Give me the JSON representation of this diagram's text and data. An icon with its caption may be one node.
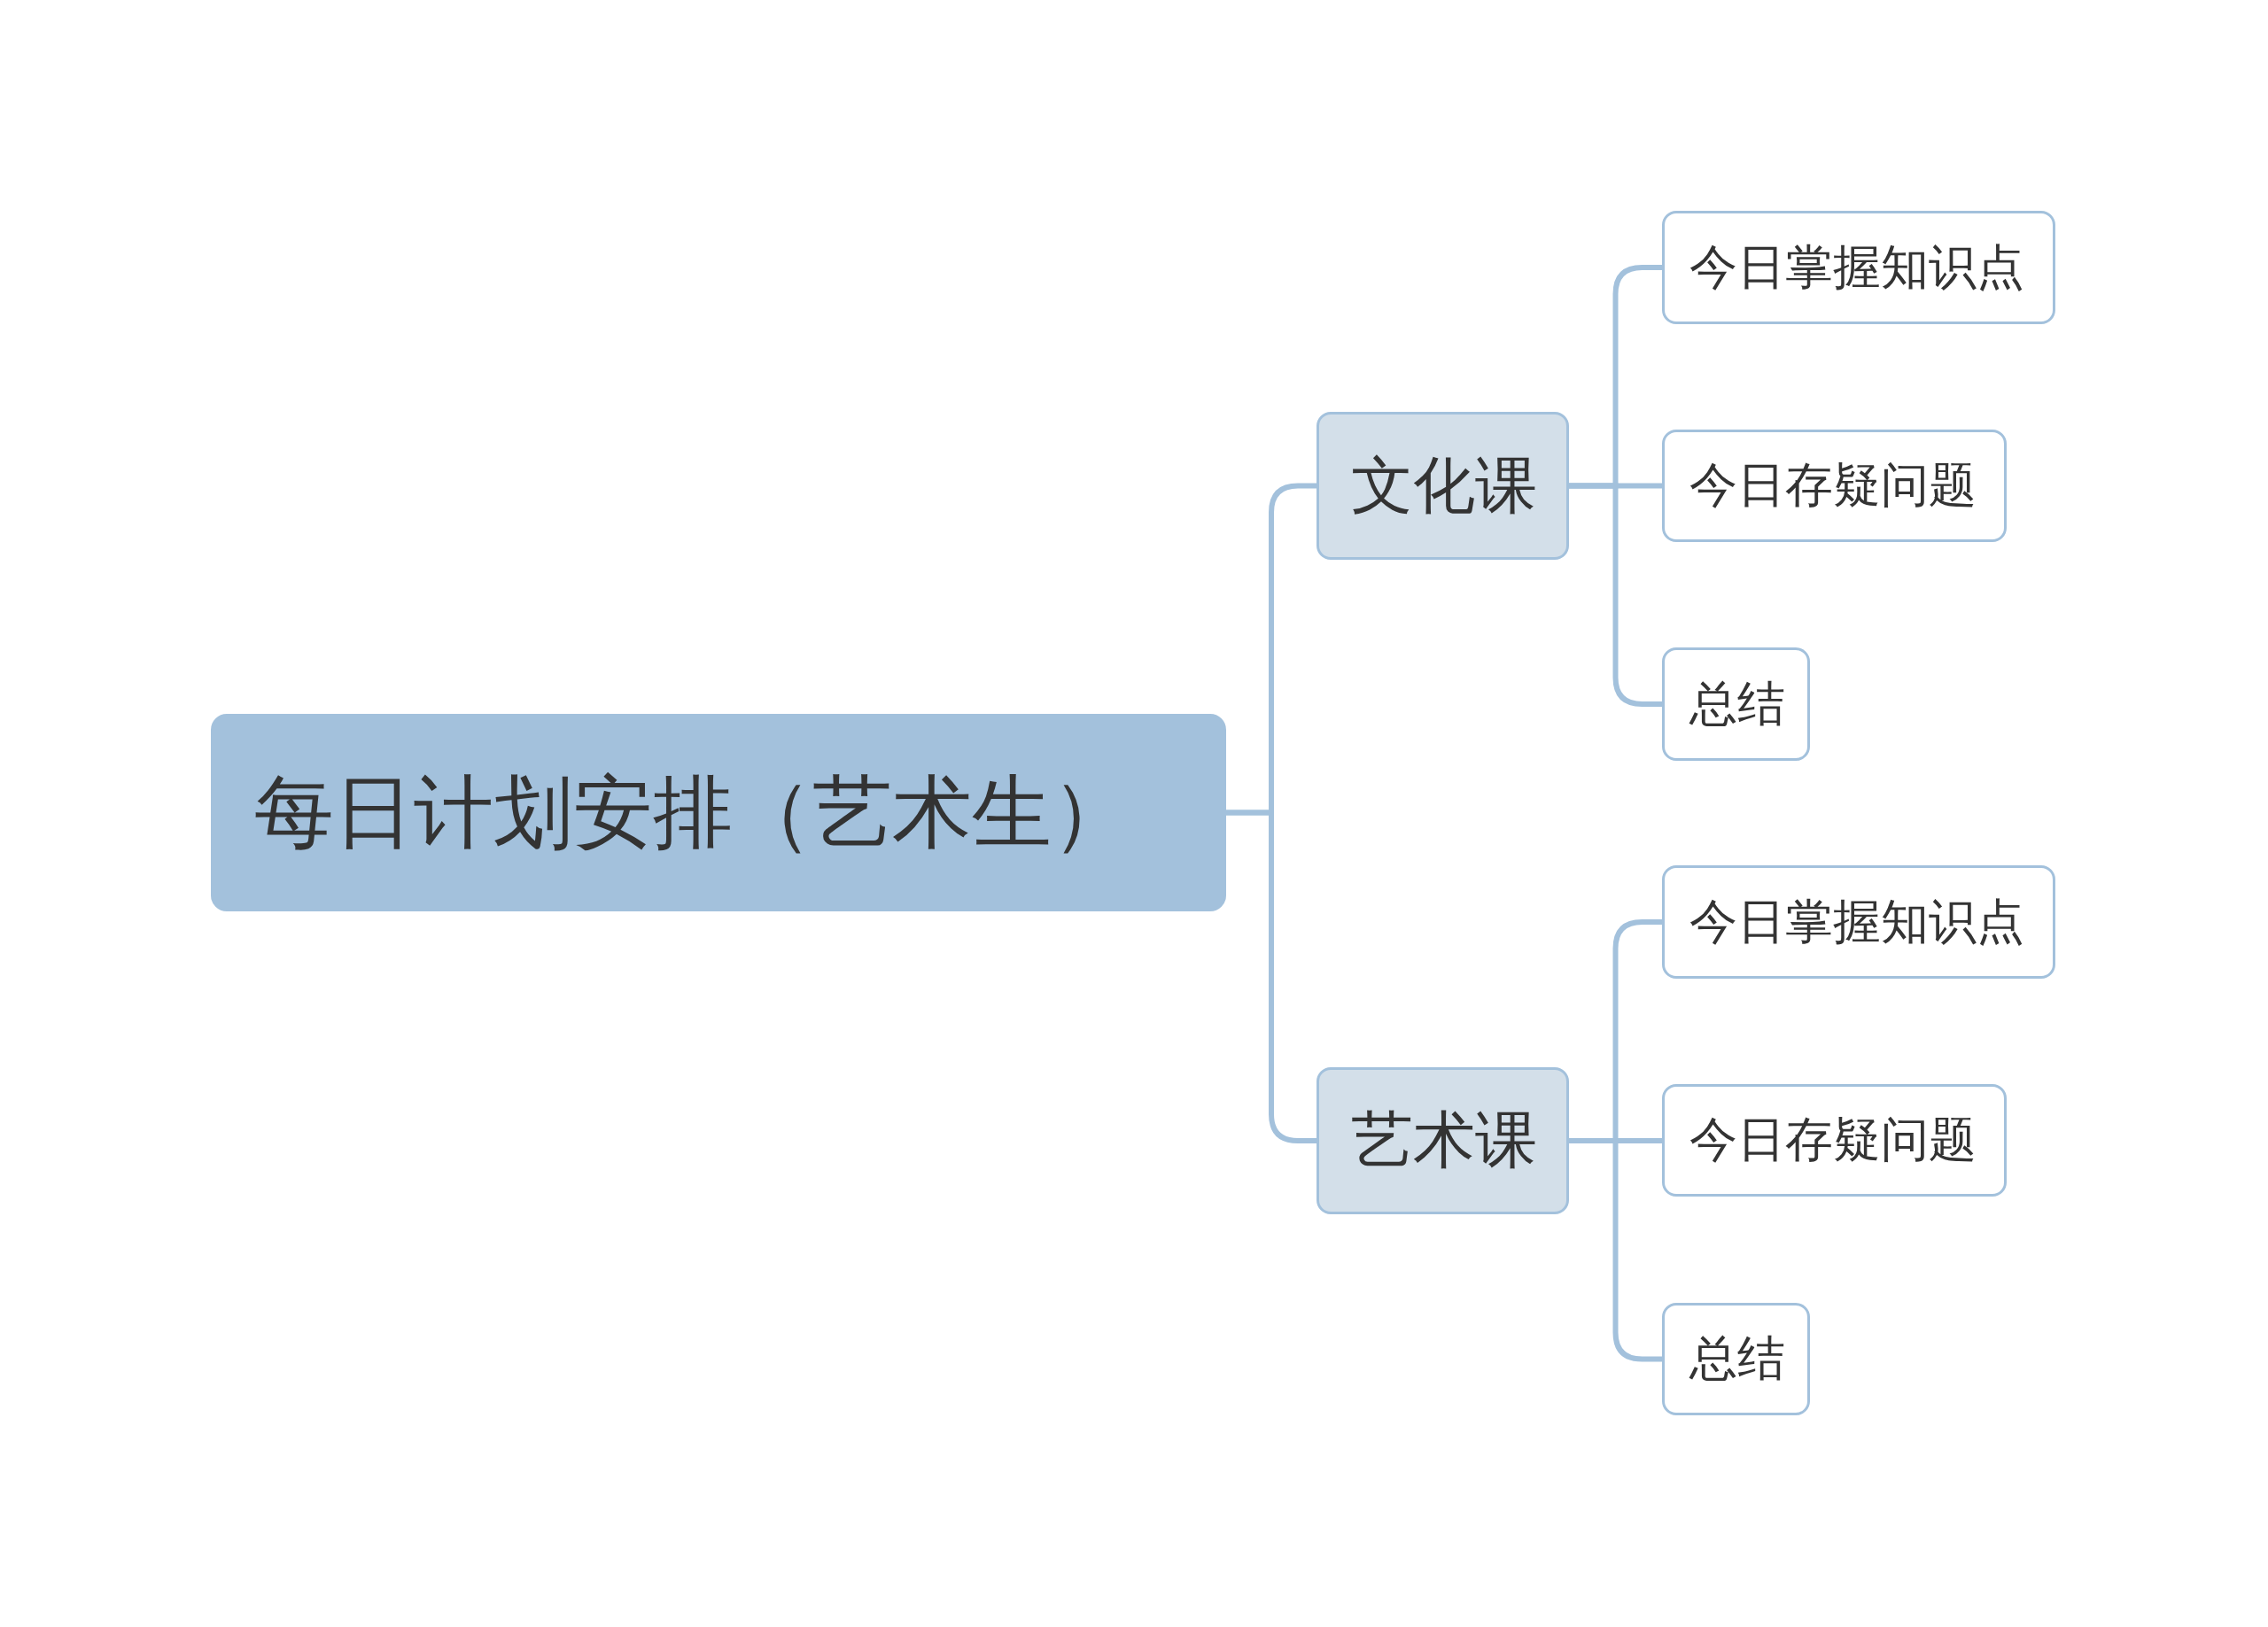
{
  "diagram": {
    "nodes": [
      {
        "text": [
          "每日计划安排（艺术生）"
        ]
      },
      {
        "text": [
          "文化课"
        ]
      },
      {
        "text": [
          "今日掌握知识点"
        ]
      },
      {
        "text": [
          "今日存疑问题"
        ]
      },
      {
        "text": [
          "总结"
        ]
      },
      {
        "text": [
          "艺术课"
        ]
      },
      {
        "text": [
          "今日掌握知识点"
        ]
      },
      {
        "text": [
          "今日存疑问题"
        ]
      },
      {
        "text": [
          "总结"
        ]
      }
    ],
    "edges": [
      {
        "from": 0,
        "to": 1,
        "arrow": "none"
      },
      {
        "from": 0,
        "to": 5,
        "arrow": "none"
      },
      {
        "from": 1,
        "to": 2,
        "arrow": "none"
      },
      {
        "from": 1,
        "to": 3,
        "arrow": "none"
      },
      {
        "from": 1,
        "to": 4,
        "arrow": "none"
      },
      {
        "from": 5,
        "to": 6,
        "arrow": "none"
      },
      {
        "from": 5,
        "to": 7,
        "arrow": "none"
      },
      {
        "from": 5,
        "to": 8,
        "arrow": "none"
      }
    ]
  }
}
